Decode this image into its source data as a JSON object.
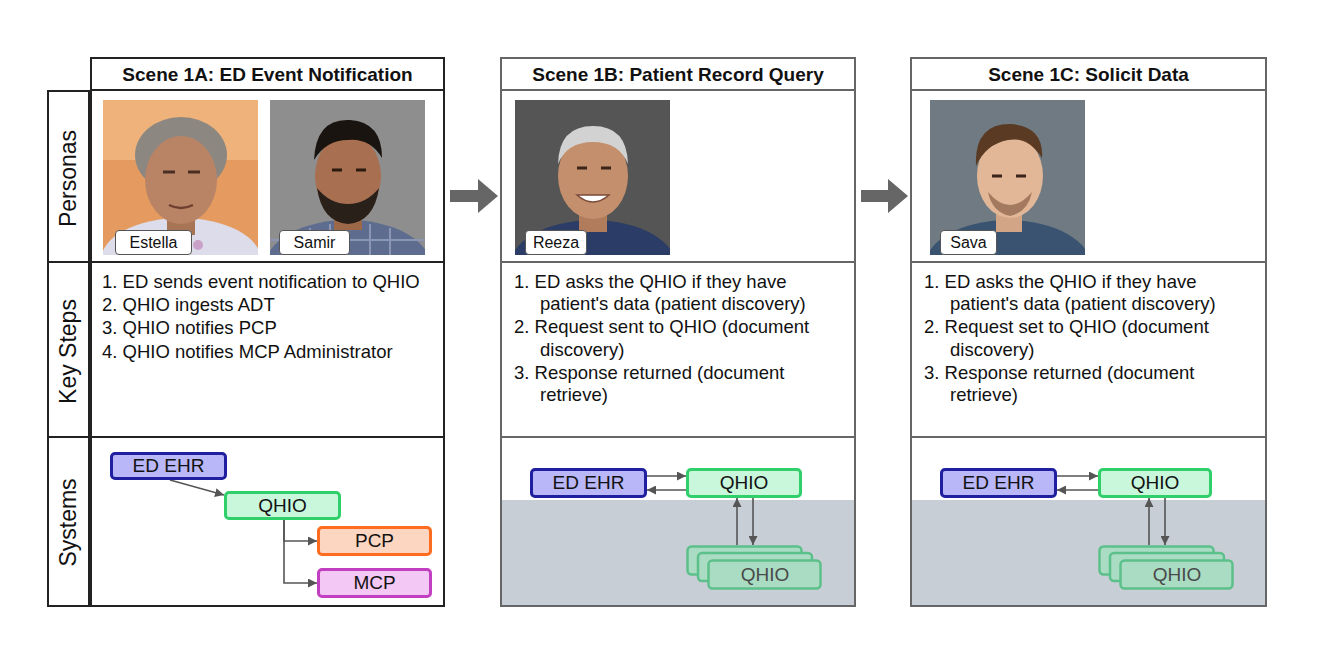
{
  "diagram": {
    "nodes": [
      {
        "text": [
          "Personas",
          "Key Steps",
          "Systems"
        ]
      },
      {
        "text": [
          "Scene 1A: ED Event Notification"
        ]
      },
      {
        "text": [
          "Estella"
        ],
        "in": 1
      },
      {
        "text": [
          "Samir"
        ],
        "in": 1
      },
      {
        "text": [
          "1. ED sends event notification to QHIO",
          "2. QHIO ingests ADT",
          "3. QHIO notifies PCP",
          "4. QHIO notifies MCP Administrator"
        ],
        "in": 1
      },
      {
        "text": [
          "ED EHR"
        ],
        "in": 1
      },
      {
        "text": [
          "QHIO"
        ],
        "in": 1
      },
      {
        "text": [
          "PCP"
        ],
        "in": 1
      },
      {
        "text": [
          "MCP"
        ],
        "in": 1
      },
      {
        "text": [
          "Scene 1B: Patient Record Query"
        ]
      },
      {
        "text": [
          "Reeza"
        ],
        "in": 9
      },
      {
        "text": [
          "1. ED asks the QHIO if they have patient's data (patient discovery)",
          "2. Request sent to QHIO (document discovery)",
          "3. Response returned (document retrieve)"
        ],
        "in": 9
      },
      {
        "text": [
          "ED EHR"
        ],
        "in": 9
      },
      {
        "text": [
          "QHIO"
        ],
        "in": 9
      },
      {
        "text": [
          "QHIO"
        ],
        "in": 9
      },
      {
        "text": [
          "Scene 1C: Solicit Data"
        ]
      },
      {
        "text": [
          "Sava"
        ],
        "in": 15
      },
      {
        "text": [
          "1. ED asks the QHIO if they have patient's data (patient discovery)",
          "2. Request set to QHIO (document discovery)",
          "3. Response returned (document retrieve)"
        ],
        "in": 15
      },
      {
        "text": [
          "ED EHR"
        ],
        "in": 15
      },
      {
        "text": [
          "QHIO"
        ],
        "in": 15
      },
      {
        "text": [
          "QHIO"
        ],
        "in": 15
      }
    ],
    "edges": [
      {
        "from": 1,
        "to": 9,
        "arrow": "to"
      },
      {
        "from": 9,
        "to": 15,
        "arrow": "to"
      },
      {
        "from": 5,
        "to": 6,
        "arrow": "to"
      },
      {
        "from": 6,
        "to": 7,
        "arrow": "to"
      },
      {
        "from": 6,
        "to": 8,
        "arrow": "to"
      },
      {
        "from": 12,
        "to": 13,
        "arrow": "to"
      },
      {
        "from": 13,
        "to": 12,
        "arrow": "to"
      },
      {
        "from": 14,
        "to": 13,
        "arrow": "to"
      },
      {
        "from": 13,
        "to": 14,
        "arrow": "to"
      },
      {
        "from": 18,
        "to": 19,
        "arrow": "to"
      },
      {
        "from": 19,
        "to": 18,
        "arrow": "to"
      },
      {
        "from": 20,
        "to": 19,
        "arrow": "to"
      },
      {
        "from": 19,
        "to": 20,
        "arrow": "to"
      }
    ]
  }
}
